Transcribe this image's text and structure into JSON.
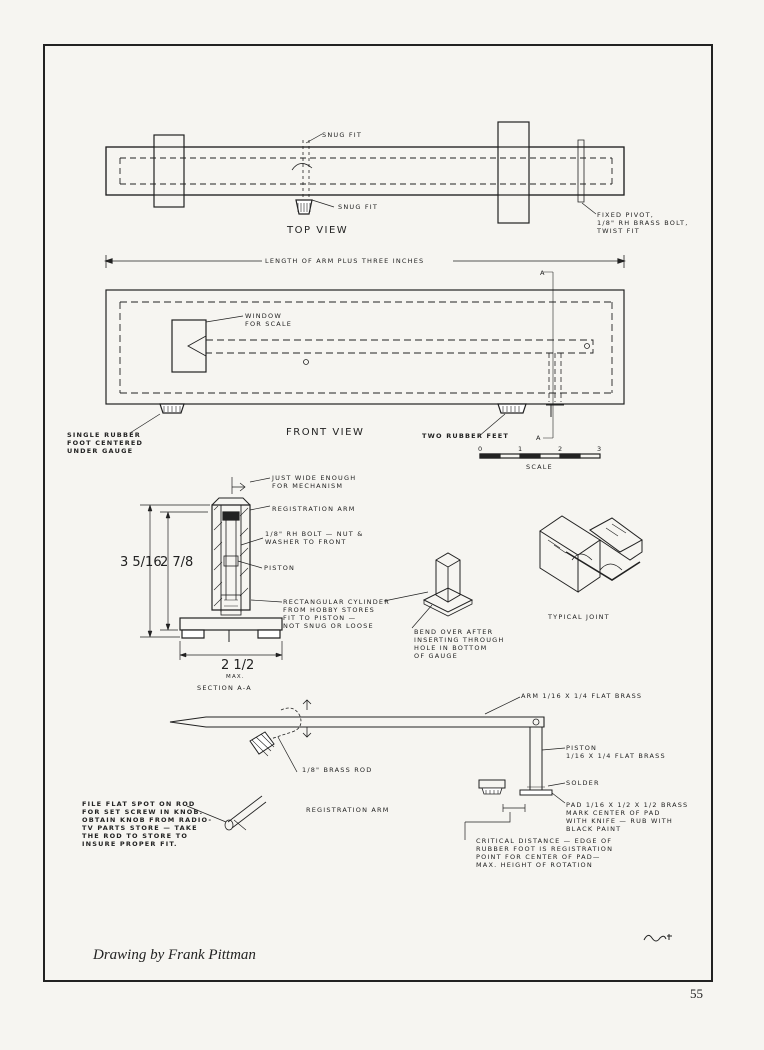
{
  "labels": {
    "snug_fit_top": "SNUG FIT",
    "snug_fit_knob": "SNUG FIT",
    "top_view": "TOP VIEW",
    "fixed_pivot": "FIXED PIVOT,\n1/8\" RH BRASS BOLT,\nTWIST FIT",
    "length_of_arm": "LENGTH OF ARM PLUS THREE INCHES",
    "window_for_scale": "WINDOW\nFOR SCALE",
    "section_marker_top": "A",
    "section_marker_bottom": "A",
    "single_rubber_foot": "SINGLE RUBBER\nFOOT CENTERED\nUNDER GAUGE",
    "front_view": "FRONT VIEW",
    "two_rubber_feet": "TWO RUBBER FEET",
    "scale": "SCALE",
    "scale_ticks": [
      "0",
      "1",
      "2",
      "3"
    ],
    "just_wide_enough": "JUST WIDE ENOUGH\nFOR MECHANISM",
    "registration_arm_section": "REGISTRATION ARM",
    "rh_bolt": "1/8\" RH BOLT — NUT &\nWASHER TO FRONT",
    "piston_section": "PISTON",
    "rectangular_cylinder": "RECTANGULAR CYLINDER\nFROM HOBBY STORES\nFIT TO PISTON —\nNOT SNUG OR LOOSE",
    "dim_outer": "3 5/16",
    "dim_inner": "2 7/8",
    "dim_width": "2 1/2",
    "dim_width_note": "MAX.",
    "section_aa": "SECTION A-A",
    "bend_over": "BEND OVER AFTER\nINSERTING THROUGH\nHOLE IN BOTTOM\nOF GAUGE",
    "typical_joint": "TYPICAL JOINT",
    "arm_flat_brass": "ARM 1/16 X 1/4 FLAT BRASS",
    "piston_flat_brass": "PISTON\n1/16 X 1/4 FLAT BRASS",
    "solder": "SOLDER",
    "pad": "PAD 1/16 X 1/2 X 1/2 BRASS\nMARK CENTER OF PAD\nWITH KNIFE — RUB WITH\nBLACK PAINT",
    "brass_rod": "1/8\" BRASS ROD",
    "registration_arm": "REGISTRATION ARM",
    "file_flat_spot": "FILE FLAT SPOT ON ROD\nFOR SET SCREW IN KNOB.\nOBTAIN KNOB FROM RADIO-\nTV PARTS STORE — TAKE\nTHE ROD TO STORE TO\nINSURE PROPER FIT.",
    "critical_distance": "CRITICAL DISTANCE — EDGE OF\nRUBBER FOOT IS REGISTRATION\nPOINT FOR CENTER OF PAD—\nMAX. HEIGHT OF ROTATION"
  },
  "credit": "Drawing by Frank Pittman",
  "signature": "FwP 85",
  "page_number": "55"
}
